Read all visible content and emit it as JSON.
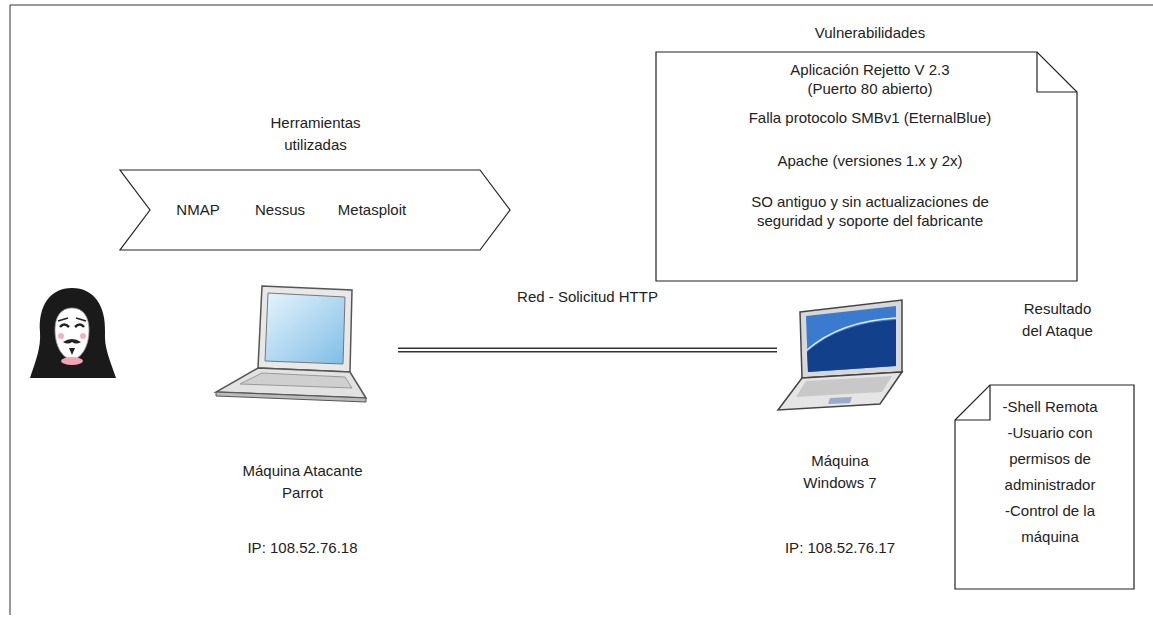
{
  "diagram": {
    "nodes": [
      {
        "text": [
          "Herramientas utilizadas",
          "NMAP",
          "Nessus",
          "Metasploit"
        ]
      },
      {
        "text": [
          "Vulnerabilidades",
          "Aplicación Rejetto V 2.3 (Puerto 80 abierto)",
          "Falla protocolo SMBv1 (EternalBlue)",
          "Apache (versiones 1.x y 2x)",
          "SO antiguo y sin actualizaciones de seguridad y soporte del fabricante"
        ]
      },
      {
        "text": [
          "Máquina Atacante Parrot",
          "IP: 108.52.76.18"
        ]
      },
      {
        "text": [
          "Máquina Windows 7",
          "IP: 108.52.76.17"
        ]
      },
      {
        "text": [
          "Resultado del Ataque",
          "-Shell Remota",
          "-Usuario con permisos de administrador",
          "-Control de la máquina"
        ]
      }
    ],
    "edges": [
      {
        "from": 2,
        "to": 3,
        "label": "Red - Solicitud HTTP",
        "arrow": "none"
      }
    ]
  }
}
